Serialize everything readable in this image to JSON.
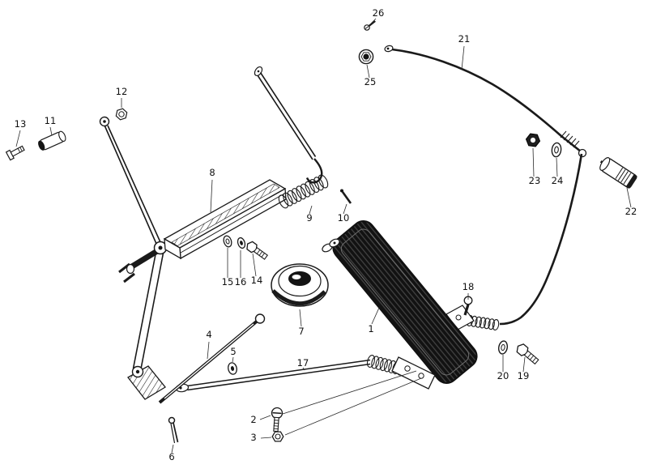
{
  "diagram": {
    "background": "#ffffff",
    "ink": "#1a1a1a",
    "kind": "exploded-parts-diagram",
    "description": "Accelerator pedal and throttle linkage exploded view with numbered callouts"
  },
  "parts": [
    {
      "label": "1"
    },
    {
      "label": "2"
    },
    {
      "label": "3"
    },
    {
      "label": "4"
    },
    {
      "label": "5"
    },
    {
      "label": "6"
    },
    {
      "label": "7"
    },
    {
      "label": "8"
    },
    {
      "label": "9"
    },
    {
      "label": "10"
    },
    {
      "label": "11"
    },
    {
      "label": "12"
    },
    {
      "label": "13"
    },
    {
      "label": "14"
    },
    {
      "label": "15"
    },
    {
      "label": "16"
    },
    {
      "label": "17"
    },
    {
      "label": "18"
    },
    {
      "label": "19"
    },
    {
      "label": "20"
    },
    {
      "label": "21"
    },
    {
      "label": "22"
    },
    {
      "label": "23"
    },
    {
      "label": "24"
    },
    {
      "label": "25"
    },
    {
      "label": "26"
    }
  ]
}
